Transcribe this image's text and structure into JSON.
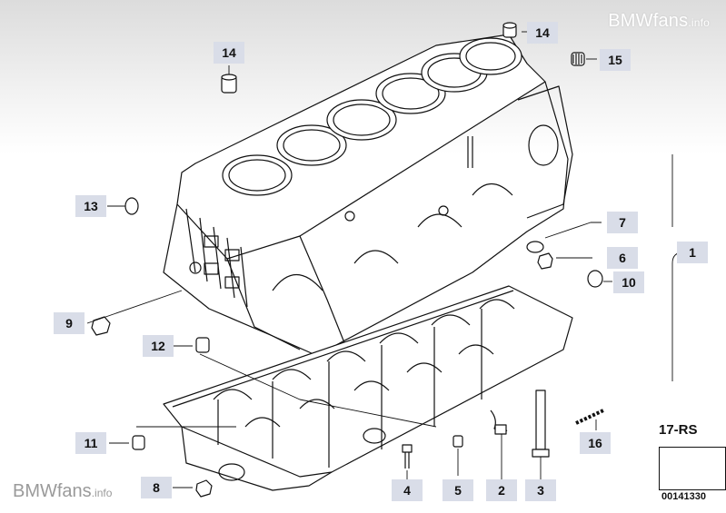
{
  "watermarks": {
    "top_main": "BMWfans",
    "top_suffix": ".info",
    "bottom_main": "BMWfans",
    "bottom_suffix": ".info"
  },
  "callouts": {
    "c1": "1",
    "c2": "2",
    "c3": "3",
    "c4": "4",
    "c5": "5",
    "c6": "6",
    "c7": "7",
    "c8": "8",
    "c9": "9",
    "c10": "10",
    "c11": "11",
    "c12": "12",
    "c13": "13",
    "c14a": "14",
    "c14b": "14",
    "c15": "15",
    "c16": "16"
  },
  "reference": {
    "code": "17-RS",
    "diagram_number": "00141330"
  },
  "colors": {
    "label_bg": "#d9dde8",
    "line": "#111111",
    "watermark_top": "#ffffff",
    "watermark_bottom": "#9a9a9a"
  }
}
